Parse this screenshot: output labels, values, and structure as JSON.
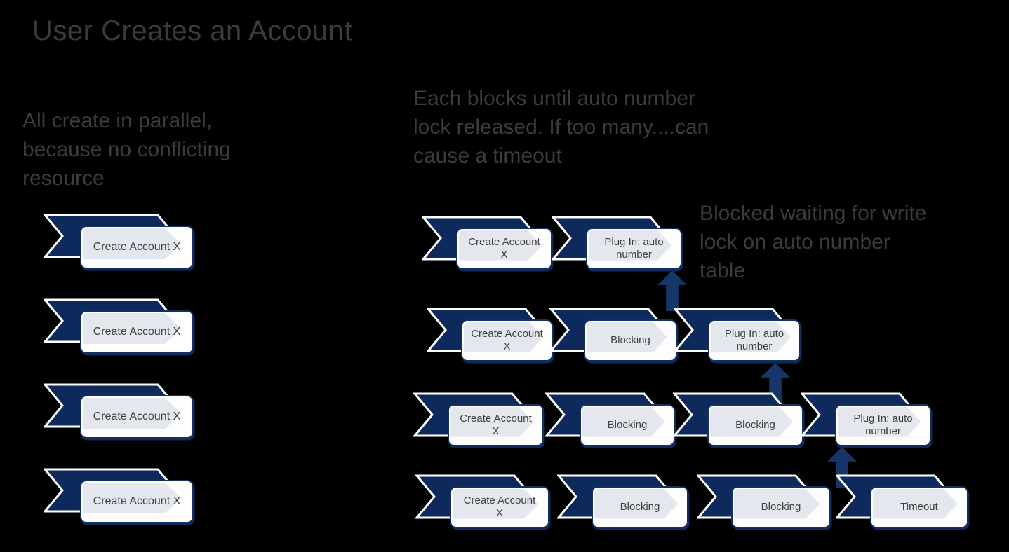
{
  "slide": {
    "title": "User Creates an Account",
    "notes": {
      "left": "All create in parallel,\nbecause no conflicting\nresource",
      "right": "Each blocks until auto number\nlock released. If too many....can\ncause a timeout",
      "blocked": "Blocked waiting for write\nlock on auto number\ntable"
    }
  },
  "left_rows": [
    {
      "label": "Create Account X"
    },
    {
      "label": "Create Account X"
    },
    {
      "label": "Create Account X"
    },
    {
      "label": "Create Account X"
    }
  ],
  "right_rows": [
    {
      "units": [
        {
          "label": "Create Account\nX"
        },
        {
          "label": "Plug In: auto\nnumber"
        }
      ]
    },
    {
      "units": [
        {
          "label": "Create Account\nX"
        },
        {
          "label": "Blocking"
        },
        {
          "label": "Plug In: auto\nnumber"
        }
      ]
    },
    {
      "units": [
        {
          "label": "Create Account\nX"
        },
        {
          "label": "Blocking"
        },
        {
          "label": "Blocking"
        },
        {
          "label": "Plug In: auto\nnumber"
        }
      ]
    },
    {
      "units": [
        {
          "label": "Create Account\nX"
        },
        {
          "label": "Blocking"
        },
        {
          "label": "Blocking"
        },
        {
          "label": "Timeout"
        }
      ]
    }
  ],
  "icons": {
    "banner": "chevron-right-banner",
    "box_arrow": "chevron-right-light",
    "connector": "block-arrow-up"
  },
  "colors": {
    "background": "#000000",
    "banner_navy": "#0e2a5c",
    "arrow_navy": "#15356b",
    "box_border": "#14305f",
    "box_fill": "#fdfdfe",
    "box_chevron": "#e4e7ee",
    "heading_text": "#3b3b3b",
    "note_text": "#3c3c3c",
    "label_text": "#404040"
  }
}
